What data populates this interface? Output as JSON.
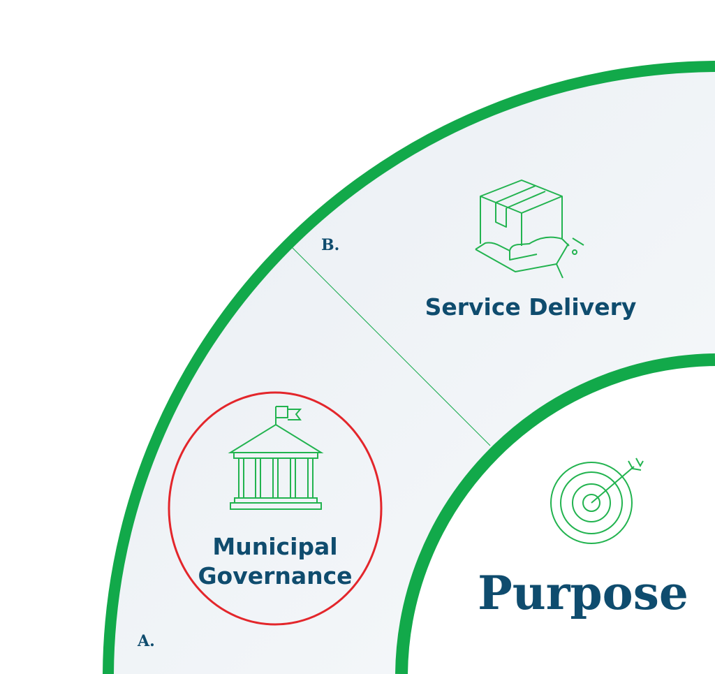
{
  "colors": {
    "ring": "#12a94a",
    "text": "#0f4c6e",
    "highlight": "#e3262b",
    "band": "#eef2f6"
  },
  "segments": [
    {
      "letter": "A.",
      "title_line1": "Municipal",
      "title_line2": "Governance",
      "icon": "government-building-icon",
      "highlighted": true
    },
    {
      "letter": "B.",
      "title": "Service Delivery",
      "icon": "package-in-hand-icon"
    }
  ],
  "center": {
    "title": "Purpose",
    "icon": "target-arrow-icon"
  }
}
